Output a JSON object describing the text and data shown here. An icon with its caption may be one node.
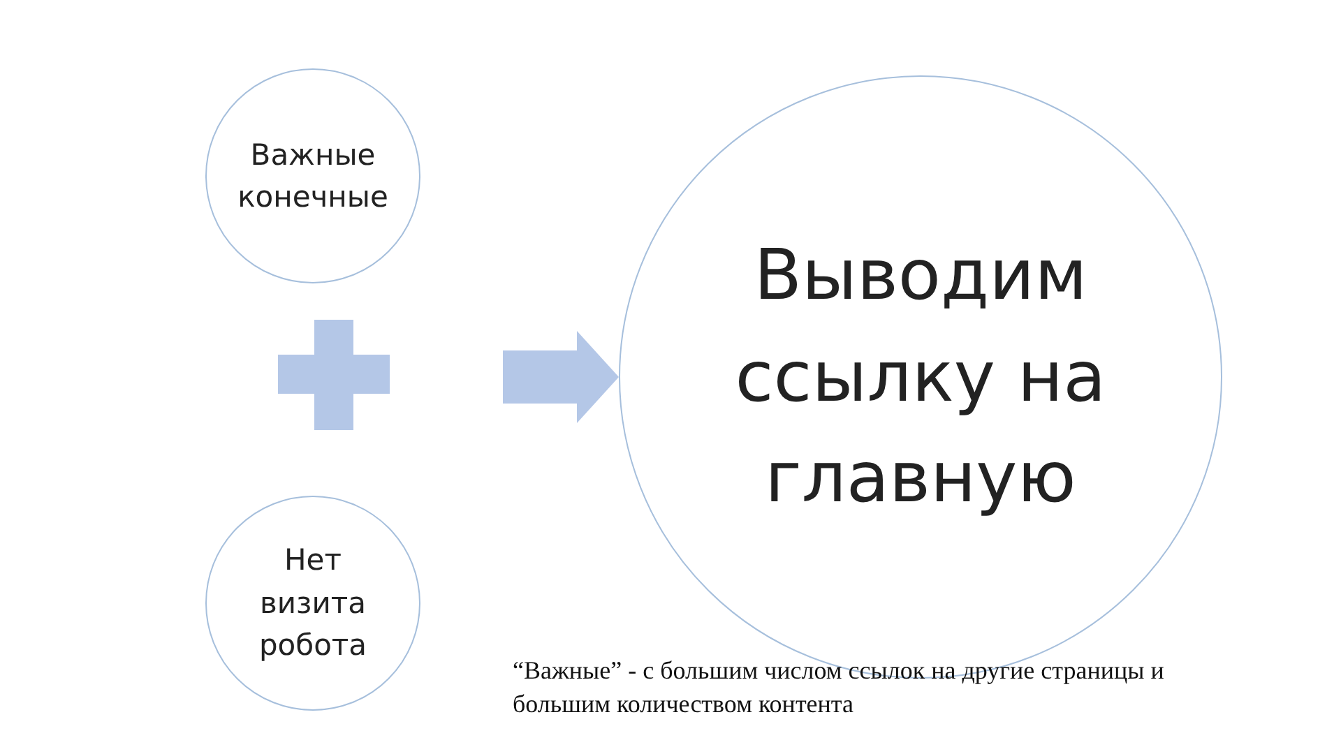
{
  "diagram": {
    "nodes": [
      {
        "text": [
          "Важные конечные"
        ]
      },
      {
        "text": [
          "Нет визита робота"
        ]
      },
      {
        "text": [
          "Выводим ссылку на главную"
        ]
      }
    ],
    "edges": [
      {
        "from": null,
        "to": 2,
        "arrow": "to"
      }
    ],
    "labels": [
      "“Важные” - с большим числом ссылок на другие страницы и большим количеством контента"
    ]
  }
}
